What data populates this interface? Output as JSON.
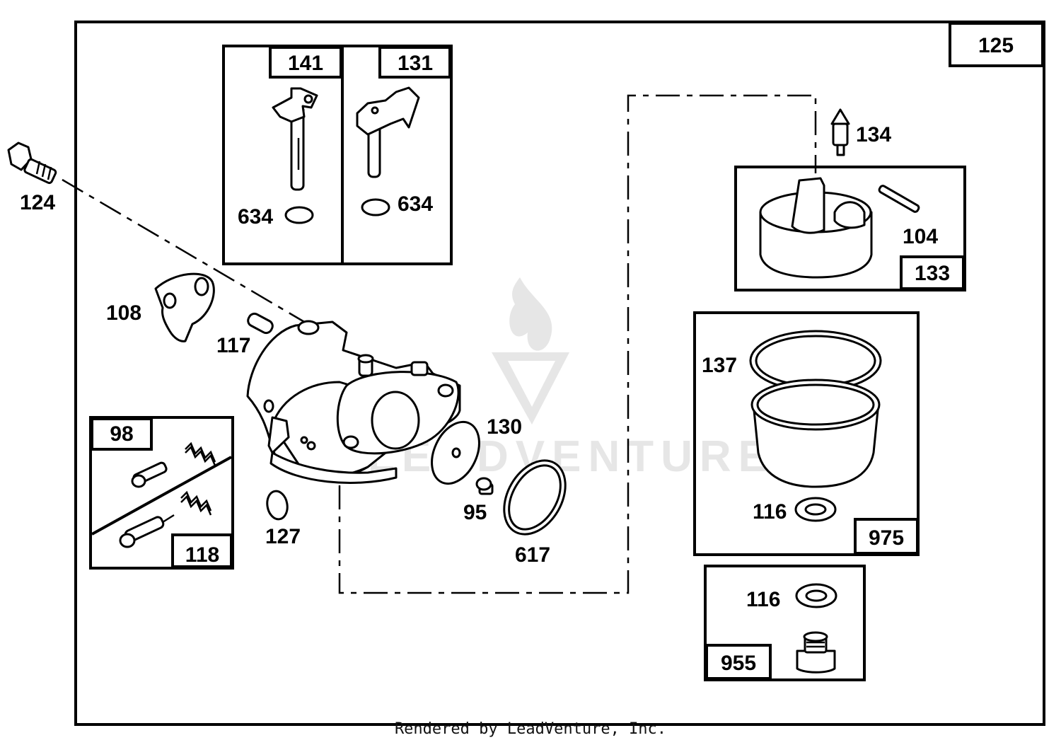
{
  "diagram": {
    "assembly_number": "125",
    "labels": {
      "p124": "124",
      "p108": "108",
      "p117": "117",
      "p127": "127",
      "p130": "130",
      "p95": "95",
      "p617": "617",
      "p634a": "634",
      "p634b": "634",
      "p134": "134",
      "p104": "104",
      "p137": "137",
      "p116a": "116",
      "p116b": "116"
    },
    "kits": {
      "k141": "141",
      "k131": "131",
      "k98": "98",
      "k118": "118",
      "k133": "133",
      "k975": "975",
      "k955": "955"
    },
    "watermark_text": "LEADVENTURE"
  },
  "footer": {
    "text": "Rendered by LeadVenture, Inc."
  }
}
